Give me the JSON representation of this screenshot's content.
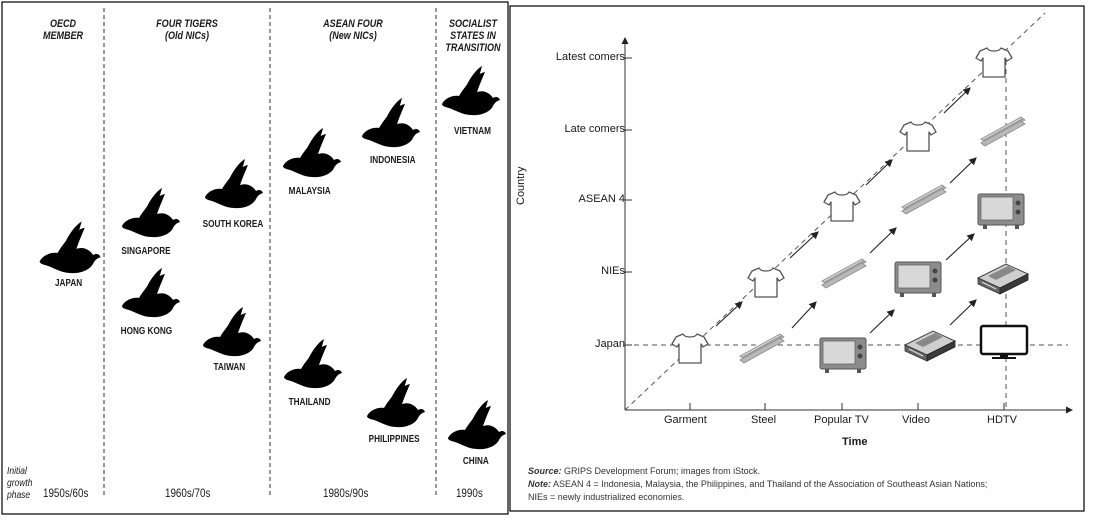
{
  "left": {
    "headers": [
      "OECD\nMEMBER",
      "FOUR TIGERS\n(Old NICs)",
      "ASEAN FOUR\n(New NICs)",
      "SOCIALIST\nSTATES IN\nTRANSITION"
    ],
    "countries": [
      "JAPAN",
      "SINGAPORE",
      "HONG KONG",
      "SOUTH KOREA",
      "TAIWAN",
      "MALAYSIA",
      "THAILAND",
      "INDONESIA",
      "PHILIPPINES",
      "VIETNAM",
      "CHINA"
    ],
    "initial_label": "Initial\ngrowth\nphase",
    "periods": [
      "1950s/60s",
      "1960s/70s",
      "1980s/90s",
      "1990s"
    ]
  },
  "right": {
    "y_axis_label": "Country",
    "x_axis_label": "Time",
    "y_ticks": [
      "Latest comers",
      "Late comers",
      "ASEAN 4",
      "NIEs",
      "Japan"
    ],
    "x_ticks": [
      "Garment",
      "Steel",
      "Popular TV",
      "Video",
      "HDTV"
    ],
    "source_label": "Source:",
    "source_text": " GRIPS Development Forum; images from iStock.",
    "note_label": "Note:",
    "note_text_1": " ASEAN 4 = Indonesia, Malaysia, the Philippines, and Thailand of the Association of Southeast Asian Nations;",
    "note_text_2": "NIEs = newly industrialized economies."
  },
  "icons": [
    "duck-icon",
    "tshirt-icon",
    "steel-beam-icon",
    "tv-icon",
    "video-deck-icon",
    "hdtv-icon"
  ]
}
